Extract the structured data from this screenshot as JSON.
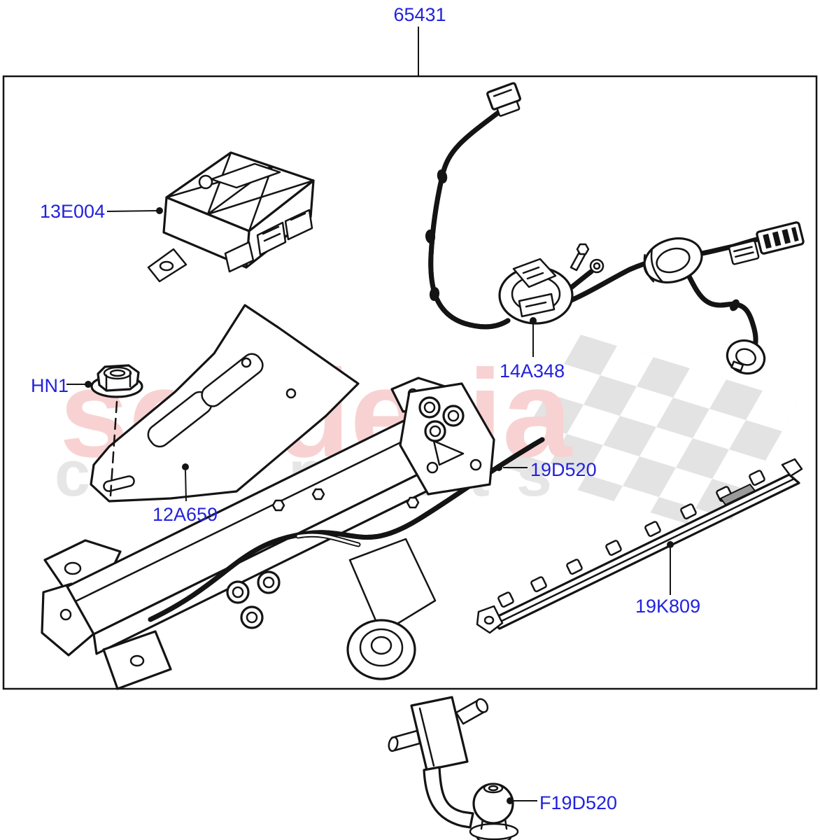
{
  "labels": {
    "assembly": "65431",
    "module": "13E004",
    "nut": "HN1",
    "harness": "14A348",
    "bracket": "12A659",
    "towbar": "19D520",
    "finisher": "19K809",
    "towball": "F19D520"
  },
  "watermark": {
    "brand": "scuderia",
    "word1": "car",
    "word2": "parts"
  },
  "colors": {
    "label": "#2222dd",
    "line": "#141414",
    "watermark_brand": "#f8d2d2",
    "watermark_tagline": "#e6e6e6",
    "checker": "#e3e3e3"
  }
}
